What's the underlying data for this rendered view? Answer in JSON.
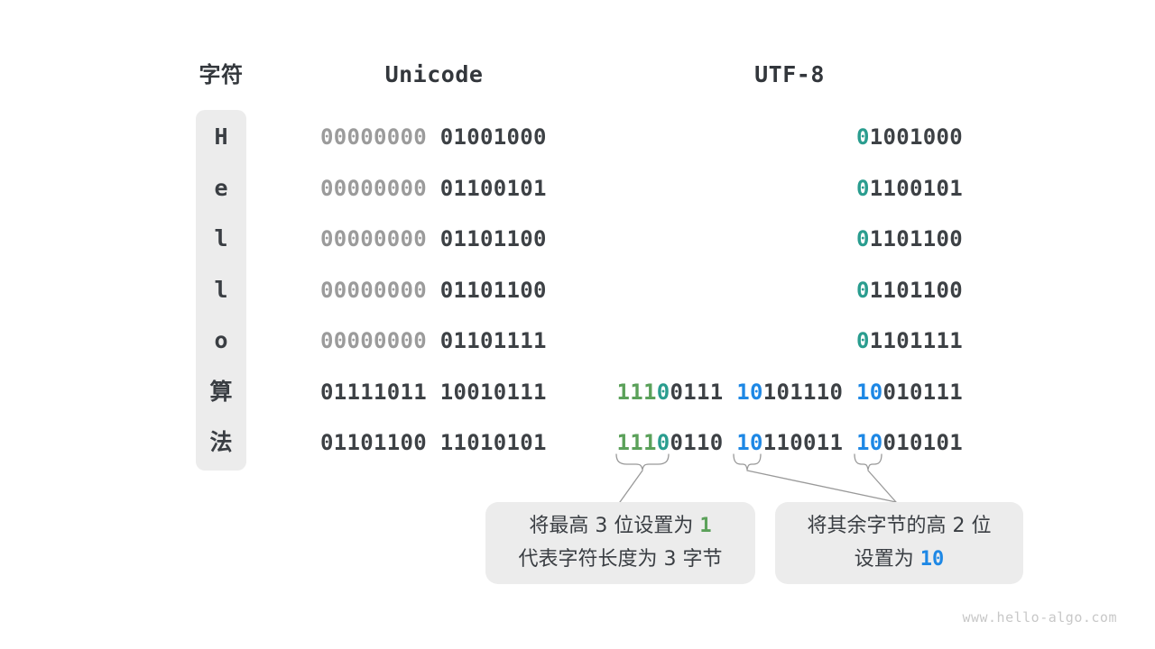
{
  "headers": {
    "char": "字符",
    "unicode": "Unicode",
    "utf8": "UTF-8"
  },
  "colors": {
    "dark": "#3d4145",
    "gray": "#9b9b9b",
    "teal": "#2a9d8f",
    "green": "#5ba15a",
    "blue": "#1e88e5",
    "panel": "#ececec",
    "brace": "#999999"
  },
  "rows": [
    {
      "char": "H",
      "unicode": [
        {
          "t": "00000000",
          "c": "gray"
        },
        {
          "t": " ",
          "c": "dark"
        },
        {
          "t": "01001000",
          "c": "dark"
        }
      ],
      "utf8": [
        {
          "t": "0",
          "c": "teal"
        },
        {
          "t": "1001000",
          "c": "dark"
        }
      ]
    },
    {
      "char": "e",
      "unicode": [
        {
          "t": "00000000",
          "c": "gray"
        },
        {
          "t": " ",
          "c": "dark"
        },
        {
          "t": "01100101",
          "c": "dark"
        }
      ],
      "utf8": [
        {
          "t": "0",
          "c": "teal"
        },
        {
          "t": "1100101",
          "c": "dark"
        }
      ]
    },
    {
      "char": "l",
      "unicode": [
        {
          "t": "00000000",
          "c": "gray"
        },
        {
          "t": " ",
          "c": "dark"
        },
        {
          "t": "01101100",
          "c": "dark"
        }
      ],
      "utf8": [
        {
          "t": "0",
          "c": "teal"
        },
        {
          "t": "1101100",
          "c": "dark"
        }
      ]
    },
    {
      "char": "l",
      "unicode": [
        {
          "t": "00000000",
          "c": "gray"
        },
        {
          "t": " ",
          "c": "dark"
        },
        {
          "t": "01101100",
          "c": "dark"
        }
      ],
      "utf8": [
        {
          "t": "0",
          "c": "teal"
        },
        {
          "t": "1101100",
          "c": "dark"
        }
      ]
    },
    {
      "char": "o",
      "unicode": [
        {
          "t": "00000000",
          "c": "gray"
        },
        {
          "t": " ",
          "c": "dark"
        },
        {
          "t": "01101111",
          "c": "dark"
        }
      ],
      "utf8": [
        {
          "t": "0",
          "c": "teal"
        },
        {
          "t": "1101111",
          "c": "dark"
        }
      ]
    },
    {
      "char": "算",
      "unicode": [
        {
          "t": "01111011",
          "c": "dark"
        },
        {
          "t": " ",
          "c": "dark"
        },
        {
          "t": "10010111",
          "c": "dark"
        }
      ],
      "utf8": [
        {
          "t": "111",
          "c": "green"
        },
        {
          "t": "0",
          "c": "teal"
        },
        {
          "t": "0111",
          "c": "dark"
        },
        {
          "t": " ",
          "c": "dark"
        },
        {
          "t": "10",
          "c": "blue"
        },
        {
          "t": "101110",
          "c": "dark"
        },
        {
          "t": " ",
          "c": "dark"
        },
        {
          "t": "10",
          "c": "blue"
        },
        {
          "t": "010111",
          "c": "dark"
        }
      ]
    },
    {
      "char": "法",
      "unicode": [
        {
          "t": "01101100",
          "c": "dark"
        },
        {
          "t": " ",
          "c": "dark"
        },
        {
          "t": "11010101",
          "c": "dark"
        }
      ],
      "utf8": [
        {
          "t": "111",
          "c": "green"
        },
        {
          "t": "0",
          "c": "teal"
        },
        {
          "t": "0110",
          "c": "dark"
        },
        {
          "t": " ",
          "c": "dark"
        },
        {
          "t": "10",
          "c": "blue"
        },
        {
          "t": "110011",
          "c": "dark"
        },
        {
          "t": " ",
          "c": "dark"
        },
        {
          "t": "10",
          "c": "blue"
        },
        {
          "t": "010101",
          "c": "dark"
        }
      ]
    }
  ],
  "callouts": [
    {
      "lines": [
        [
          {
            "t": "将最高 3 位设置为 ",
            "c": "text"
          },
          {
            "t": "1",
            "c": "green"
          }
        ],
        [
          {
            "t": "代表字符长度为 3 字节",
            "c": "text"
          }
        ]
      ]
    },
    {
      "lines": [
        [
          {
            "t": "将其余字节的高 2 位",
            "c": "text"
          }
        ],
        [
          {
            "t": "设置为 ",
            "c": "text"
          },
          {
            "t": "10",
            "c": "blue"
          }
        ]
      ]
    }
  ],
  "footer": {
    "watermark": "www.hello-algo.com"
  }
}
